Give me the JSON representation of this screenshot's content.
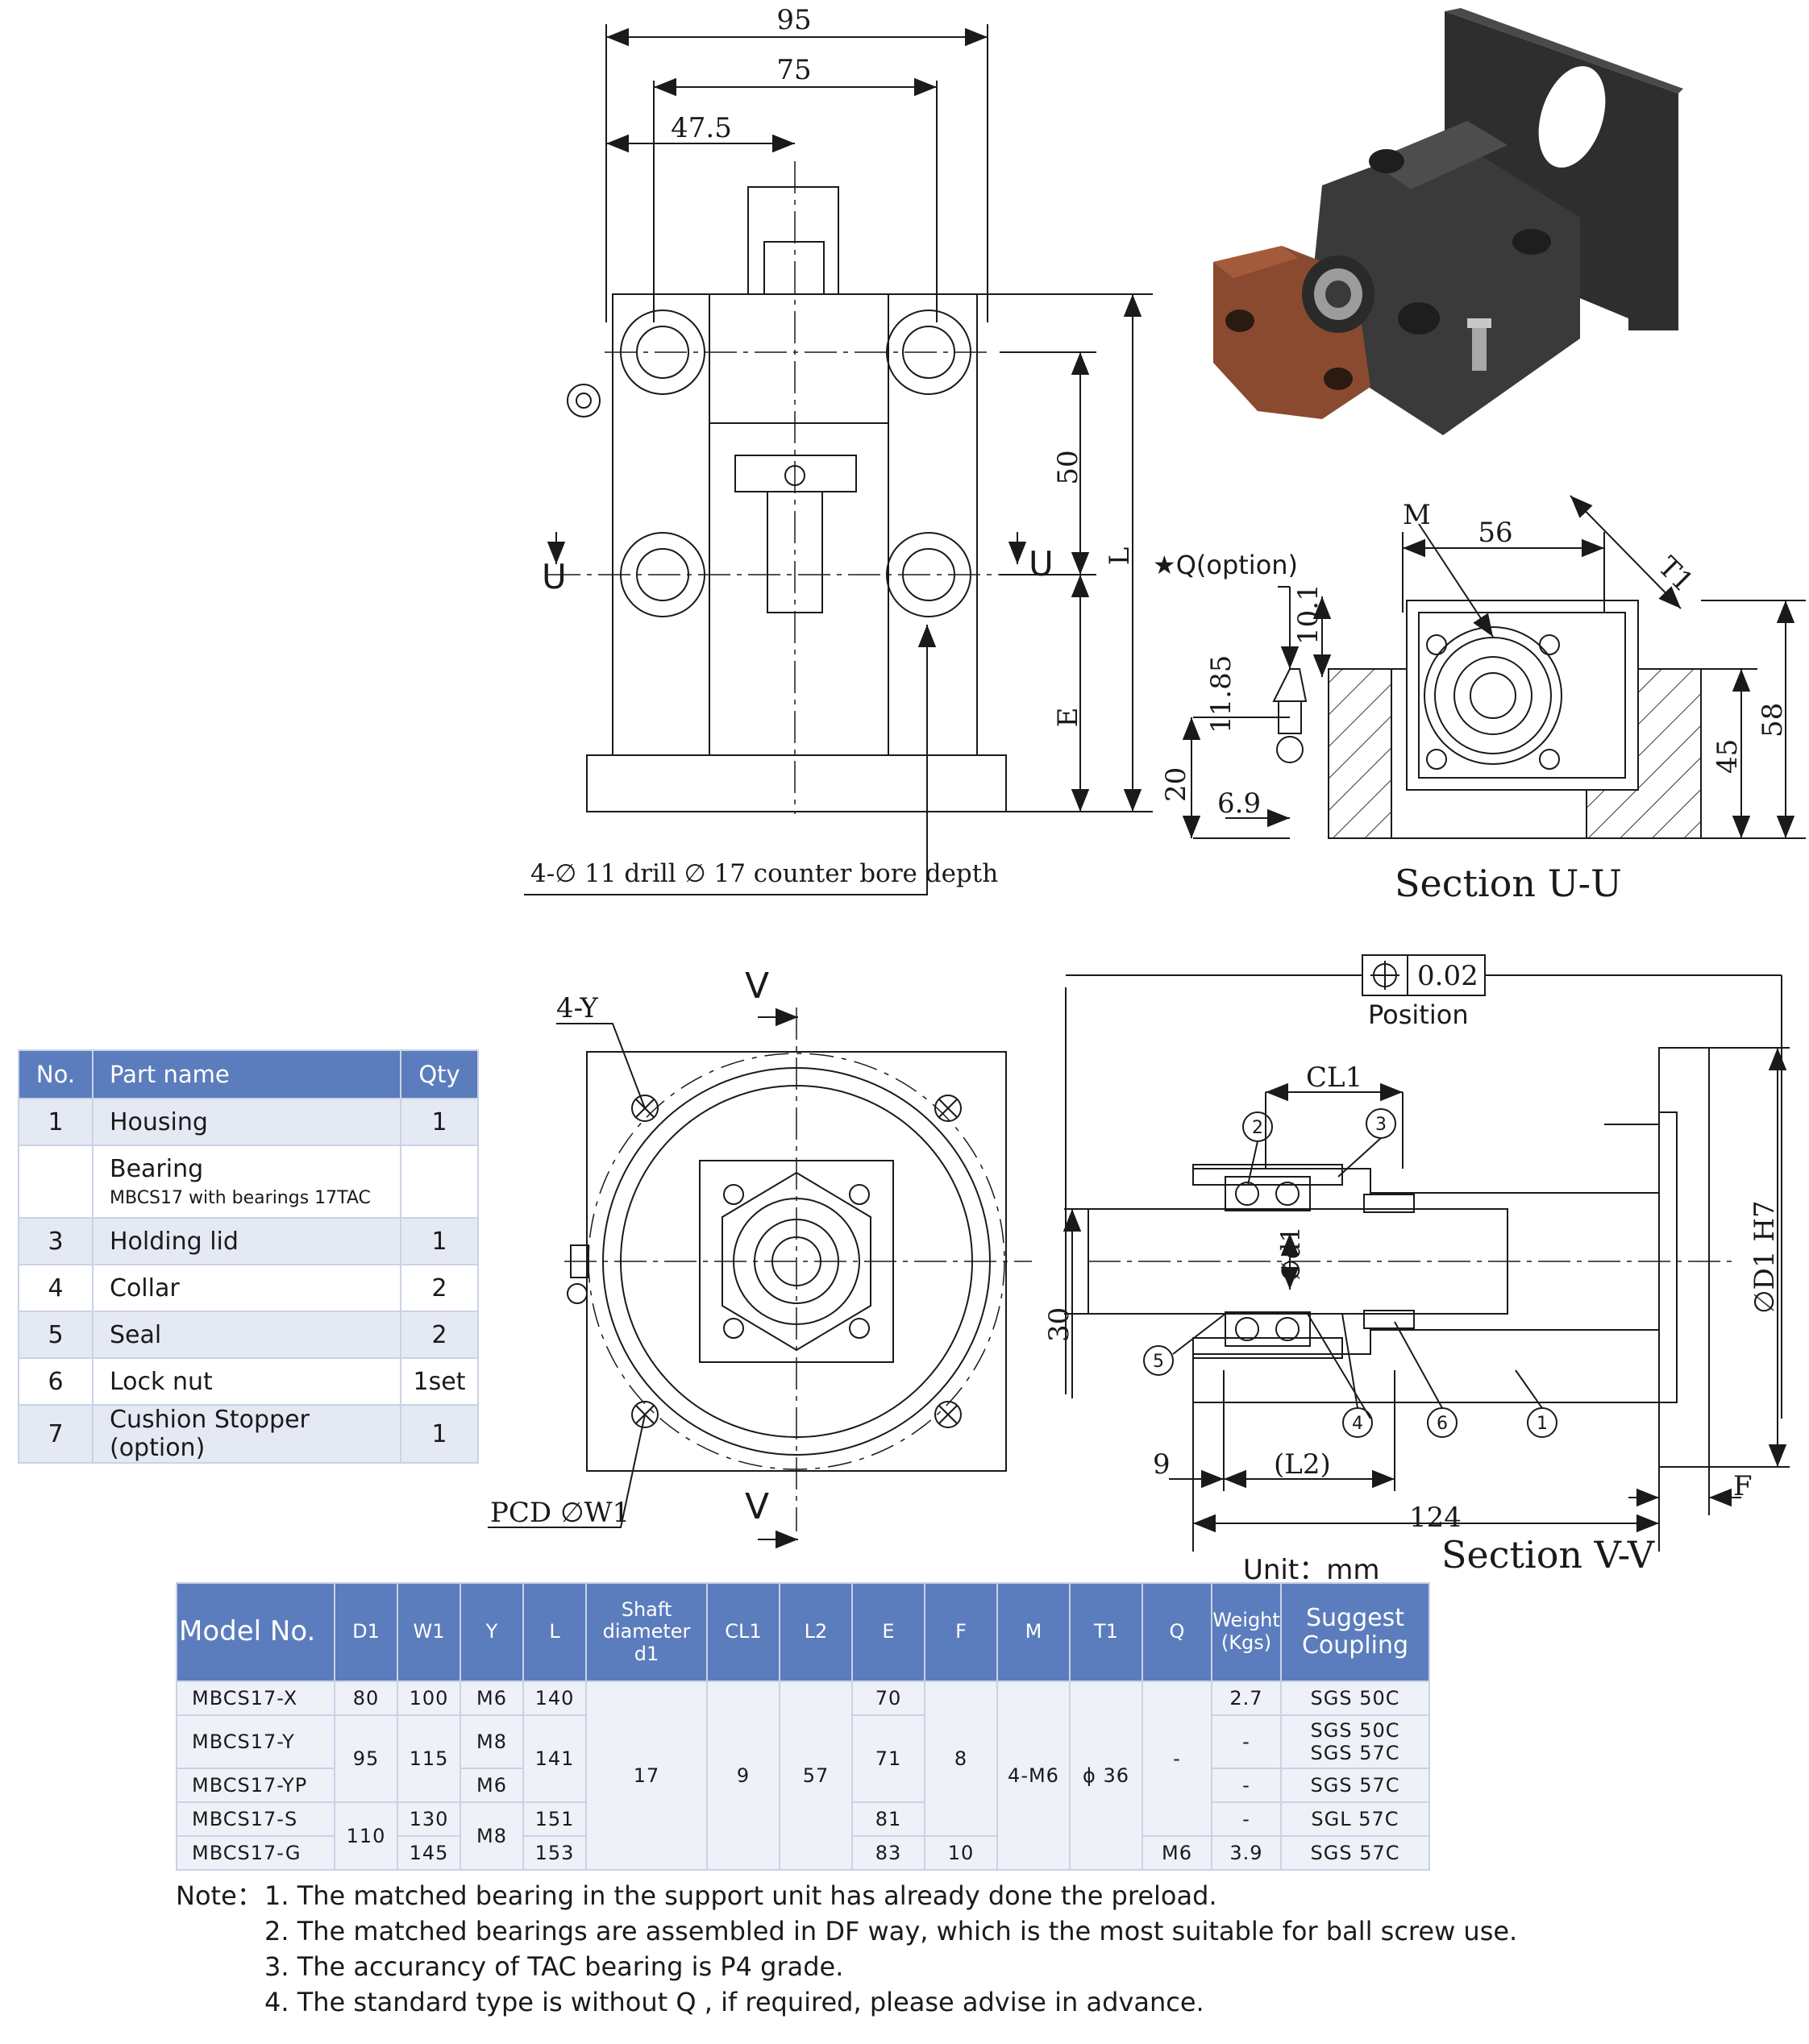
{
  "top_view": {
    "dims": [
      "95",
      "75",
      "47.5",
      "50",
      "L",
      "E",
      "U",
      "U"
    ],
    "drill_note": "4-∅ 11 drill   ∅ 17 counter bore depth"
  },
  "section_uu": {
    "title": "Section U-U",
    "option": "★Q(option)",
    "dims": [
      "M",
      "56",
      "T1",
      "10.1",
      "11.85",
      "20",
      "6.9",
      "45",
      "58"
    ]
  },
  "front_view": {
    "labels": [
      "4-Y",
      "V",
      "V",
      "PCD ∅W1"
    ]
  },
  "section_vv": {
    "title": "Section V-V",
    "tolerance": "0.02",
    "tolerance_label": "Position",
    "dims": [
      "CL1",
      "∅d1",
      "∅D1 H7",
      "30",
      "9",
      "(L2)",
      "124",
      "F"
    ],
    "balloons": [
      "1",
      "2",
      "3",
      "4",
      "5",
      "6"
    ]
  },
  "parts_table": {
    "headers": [
      "No.",
      "Part name",
      "Qty"
    ],
    "rows": [
      {
        "no": "1",
        "name": "Housing",
        "sub": "",
        "qty": "1"
      },
      {
        "no": "",
        "name": "Bearing",
        "sub": "MBCS17 with bearings 17TAC",
        "qty": ""
      },
      {
        "no": "3",
        "name": "Holding lid",
        "sub": "",
        "qty": "1"
      },
      {
        "no": "4",
        "name": "Collar",
        "sub": "",
        "qty": "2"
      },
      {
        "no": "5",
        "name": "Seal",
        "sub": "",
        "qty": "2"
      },
      {
        "no": "6",
        "name": "Lock nut",
        "sub": "",
        "qty": "1set"
      },
      {
        "no": "7",
        "name": "Cushion Stopper (option)",
        "sub": "",
        "qty": "1"
      }
    ]
  },
  "unit_label": "Unit：mm",
  "model_table": {
    "headers": {
      "model": "Model No.",
      "d1": "D1",
      "w1": "W1",
      "y": "Y",
      "l": "L",
      "shaft_1": "Shaft",
      "shaft_2": "diameter",
      "shaft_3": "d1",
      "cl1": "CL1",
      "l2": "L2",
      "e": "E",
      "f": "F",
      "m": "M",
      "t1": "T1",
      "q": "Q",
      "weight_1": "Weight",
      "weight_2": "(Kgs)",
      "coupling_1": "Suggest",
      "coupling_2": "Coupling"
    },
    "cells": {
      "m1": "MBCS17-X",
      "m2": "MBCS17-Y",
      "m3": "MBCS17-YP",
      "m4": "MBCS17-S",
      "m5": "MBCS17-G",
      "d1_1": "80",
      "d1_2": "95",
      "d1_3": "110",
      "w1_1": "100",
      "w1_2": "115",
      "w1_3": "130",
      "w1_4": "145",
      "y_1": "M6",
      "y_2": "M8",
      "y_3": "M6",
      "y_4": "M8",
      "l_1": "140",
      "l_2": "141",
      "l_3": "151",
      "l_4": "153",
      "shaft": "17",
      "cl1": "9",
      "l2": "57",
      "e_1": "70",
      "e_2": "71",
      "e_3": "81",
      "e_4": "83",
      "f_1": "8",
      "f_2": "10",
      "m": "4-M6",
      "t1": "ϕ 36",
      "q_1": "-",
      "q_2": "M6",
      "wt_1": "2.7",
      "wt_2": "-",
      "wt_3": "-",
      "wt_4": "-",
      "wt_5": "3.9",
      "cp_1": "SGS 50C",
      "cp_2a": "SGS 50C",
      "cp_2b": "SGS 57C",
      "cp_3": "SGS 57C",
      "cp_4": "SGL 57C",
      "cp_5": "SGS 57C"
    }
  },
  "notes": {
    "label": "Note：",
    "items": [
      "1. The matched bearing in the support unit has already done the preload.",
      "2. The matched bearings are assembled in DF way, which is the most suitable for ball screw use.",
      "3. The accurancy of TAC bearing is P4 grade.",
      "4. The standard type is without  Q , if required, please advise in advance."
    ]
  },
  "colors": {
    "table_header": "#5b7dbd",
    "table_row_alt": "#e4e9f4",
    "table_border": "#c9d3e6",
    "housing": "#3a3a3a",
    "stopper": "#8a4a30",
    "line": "#1a1a1a"
  }
}
